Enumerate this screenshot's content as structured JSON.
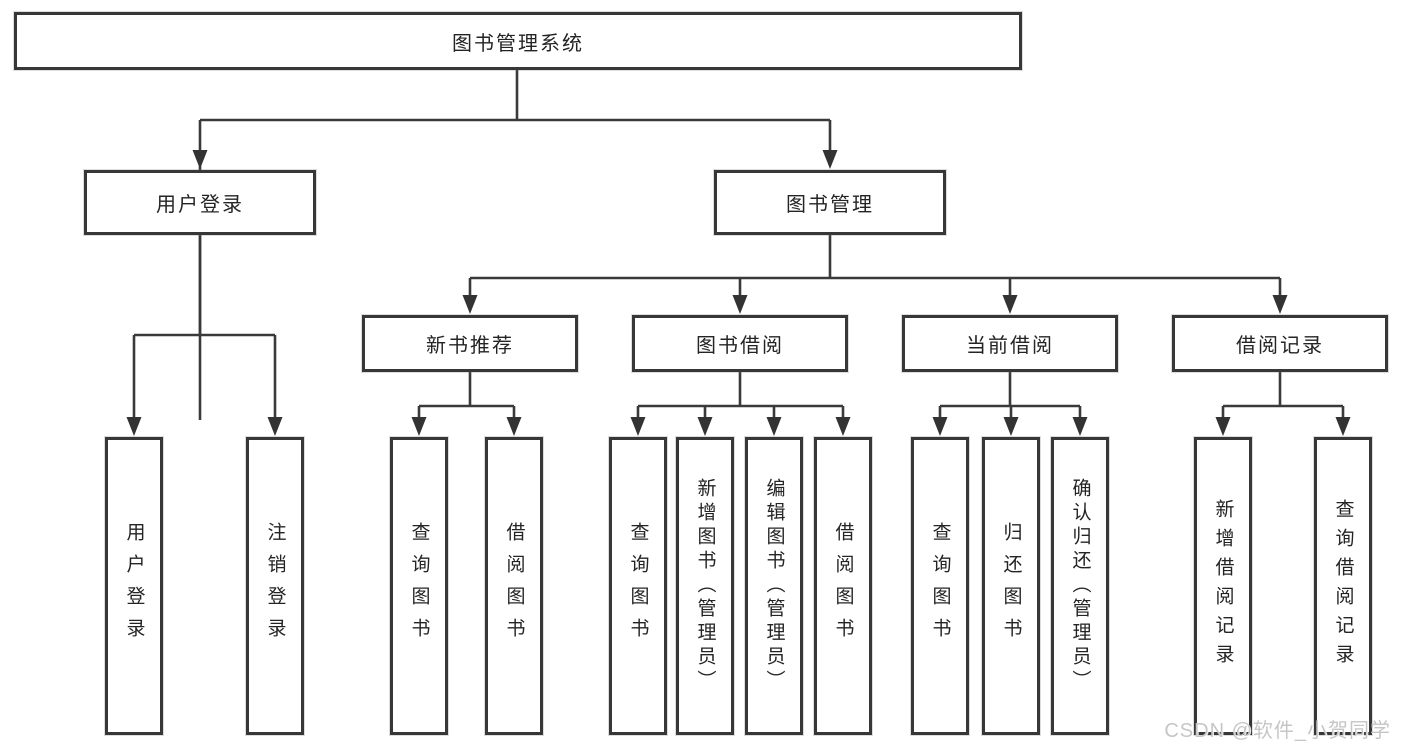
{
  "diagram": {
    "type": "hierarchy-tree",
    "line_color": "#3a3a3a",
    "box_border_color": "#373737",
    "box_fill_color": "#ffffff",
    "text_color": "#242424",
    "nodes": {
      "root": {
        "label": "图书管理系统"
      },
      "user_login": {
        "label": "用户登录"
      },
      "book_mgmt": {
        "label": "图书管理"
      },
      "new_book_rec": {
        "label": "新书推荐"
      },
      "book_borrow": {
        "label": "图书借阅"
      },
      "current_borrow": {
        "label": "当前借阅"
      },
      "borrow_records": {
        "label": "借阅记录"
      },
      "leaf_user_login": {
        "label": "用户登录"
      },
      "leaf_logout": {
        "label": "注销登录"
      },
      "leaf_query_books_rec": {
        "label": "查询图书"
      },
      "leaf_borrow_books_rec": {
        "label": "借阅图书"
      },
      "leaf_query_books_bor": {
        "label": "查询图书"
      },
      "leaf_add_books": {
        "label": "新增图书（管理员）"
      },
      "leaf_edit_books": {
        "label": "编辑图书（管理员）"
      },
      "leaf_borrow_books_bor": {
        "label": "借阅图书"
      },
      "leaf_query_books_cur": {
        "label": "查询图书"
      },
      "leaf_return_books": {
        "label": "归还图书"
      },
      "leaf_confirm_return": {
        "label": "确认归还（管理员）"
      },
      "leaf_add_borrow_record": {
        "label": "新增借阅记录"
      },
      "leaf_query_borrow_record": {
        "label": "查询借阅记录"
      }
    },
    "edges": [
      [
        "root",
        "user_login"
      ],
      [
        "root",
        "book_mgmt"
      ],
      [
        "user_login",
        "leaf_user_login"
      ],
      [
        "user_login",
        "leaf_logout"
      ],
      [
        "book_mgmt",
        "new_book_rec"
      ],
      [
        "book_mgmt",
        "book_borrow"
      ],
      [
        "book_mgmt",
        "current_borrow"
      ],
      [
        "book_mgmt",
        "borrow_records"
      ],
      [
        "new_book_rec",
        "leaf_query_books_rec"
      ],
      [
        "new_book_rec",
        "leaf_borrow_books_rec"
      ],
      [
        "book_borrow",
        "leaf_query_books_bor"
      ],
      [
        "book_borrow",
        "leaf_add_books"
      ],
      [
        "book_borrow",
        "leaf_edit_books"
      ],
      [
        "book_borrow",
        "leaf_borrow_books_bor"
      ],
      [
        "current_borrow",
        "leaf_query_books_cur"
      ],
      [
        "current_borrow",
        "leaf_return_books"
      ],
      [
        "current_borrow",
        "leaf_confirm_return"
      ],
      [
        "borrow_records",
        "leaf_add_borrow_record"
      ],
      [
        "borrow_records",
        "leaf_query_borrow_record"
      ]
    ]
  },
  "watermark": {
    "text": "CSDN @软件_小贺同学"
  }
}
